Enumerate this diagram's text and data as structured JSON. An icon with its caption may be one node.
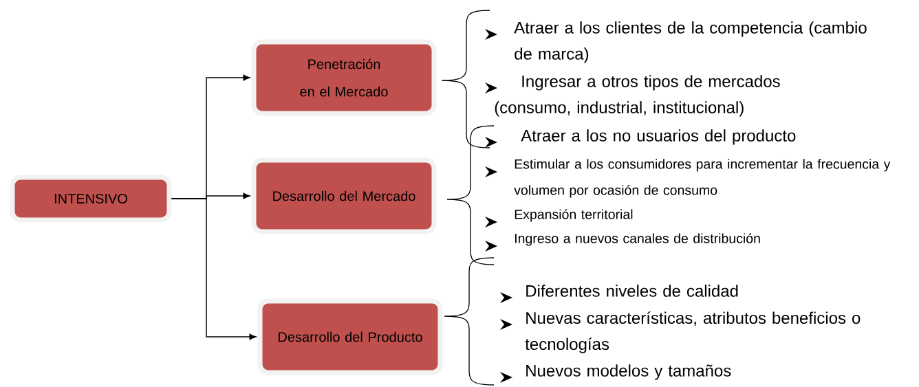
{
  "diagram": {
    "nodes": [
      {
        "text": [
          "INTENSIVO"
        ]
      },
      {
        "text": [
          "Penetración en el Mercado"
        ]
      },
      {
        "text": [
          "Desarrollo del Mercado"
        ]
      },
      {
        "text": [
          "Desarrollo del Producto"
        ]
      }
    ],
    "edges": [
      {
        "from": 0,
        "to": 1,
        "arrow": "to"
      },
      {
        "from": 0,
        "to": 2,
        "arrow": "to"
      },
      {
        "from": 0,
        "to": 3,
        "arrow": "to"
      }
    ],
    "labels": [
      "Atraer a los clientes de la competencia (cambio de marca)",
      "Ingresar a otros tipos de mercados (consumo, industrial, institucional)",
      "Atraer a los no usuarios del producto",
      "Estimular a los consumidores para incrementar la frecuencia y volumen por ocasión de consumo",
      "Expansión territorial",
      "Ingreso a nuevos canales de distribución",
      "Diferentes niveles de calidad",
      "Nuevas características, atributos beneficios o tecnologías",
      "Nuevos modelos y tamaños"
    ]
  }
}
